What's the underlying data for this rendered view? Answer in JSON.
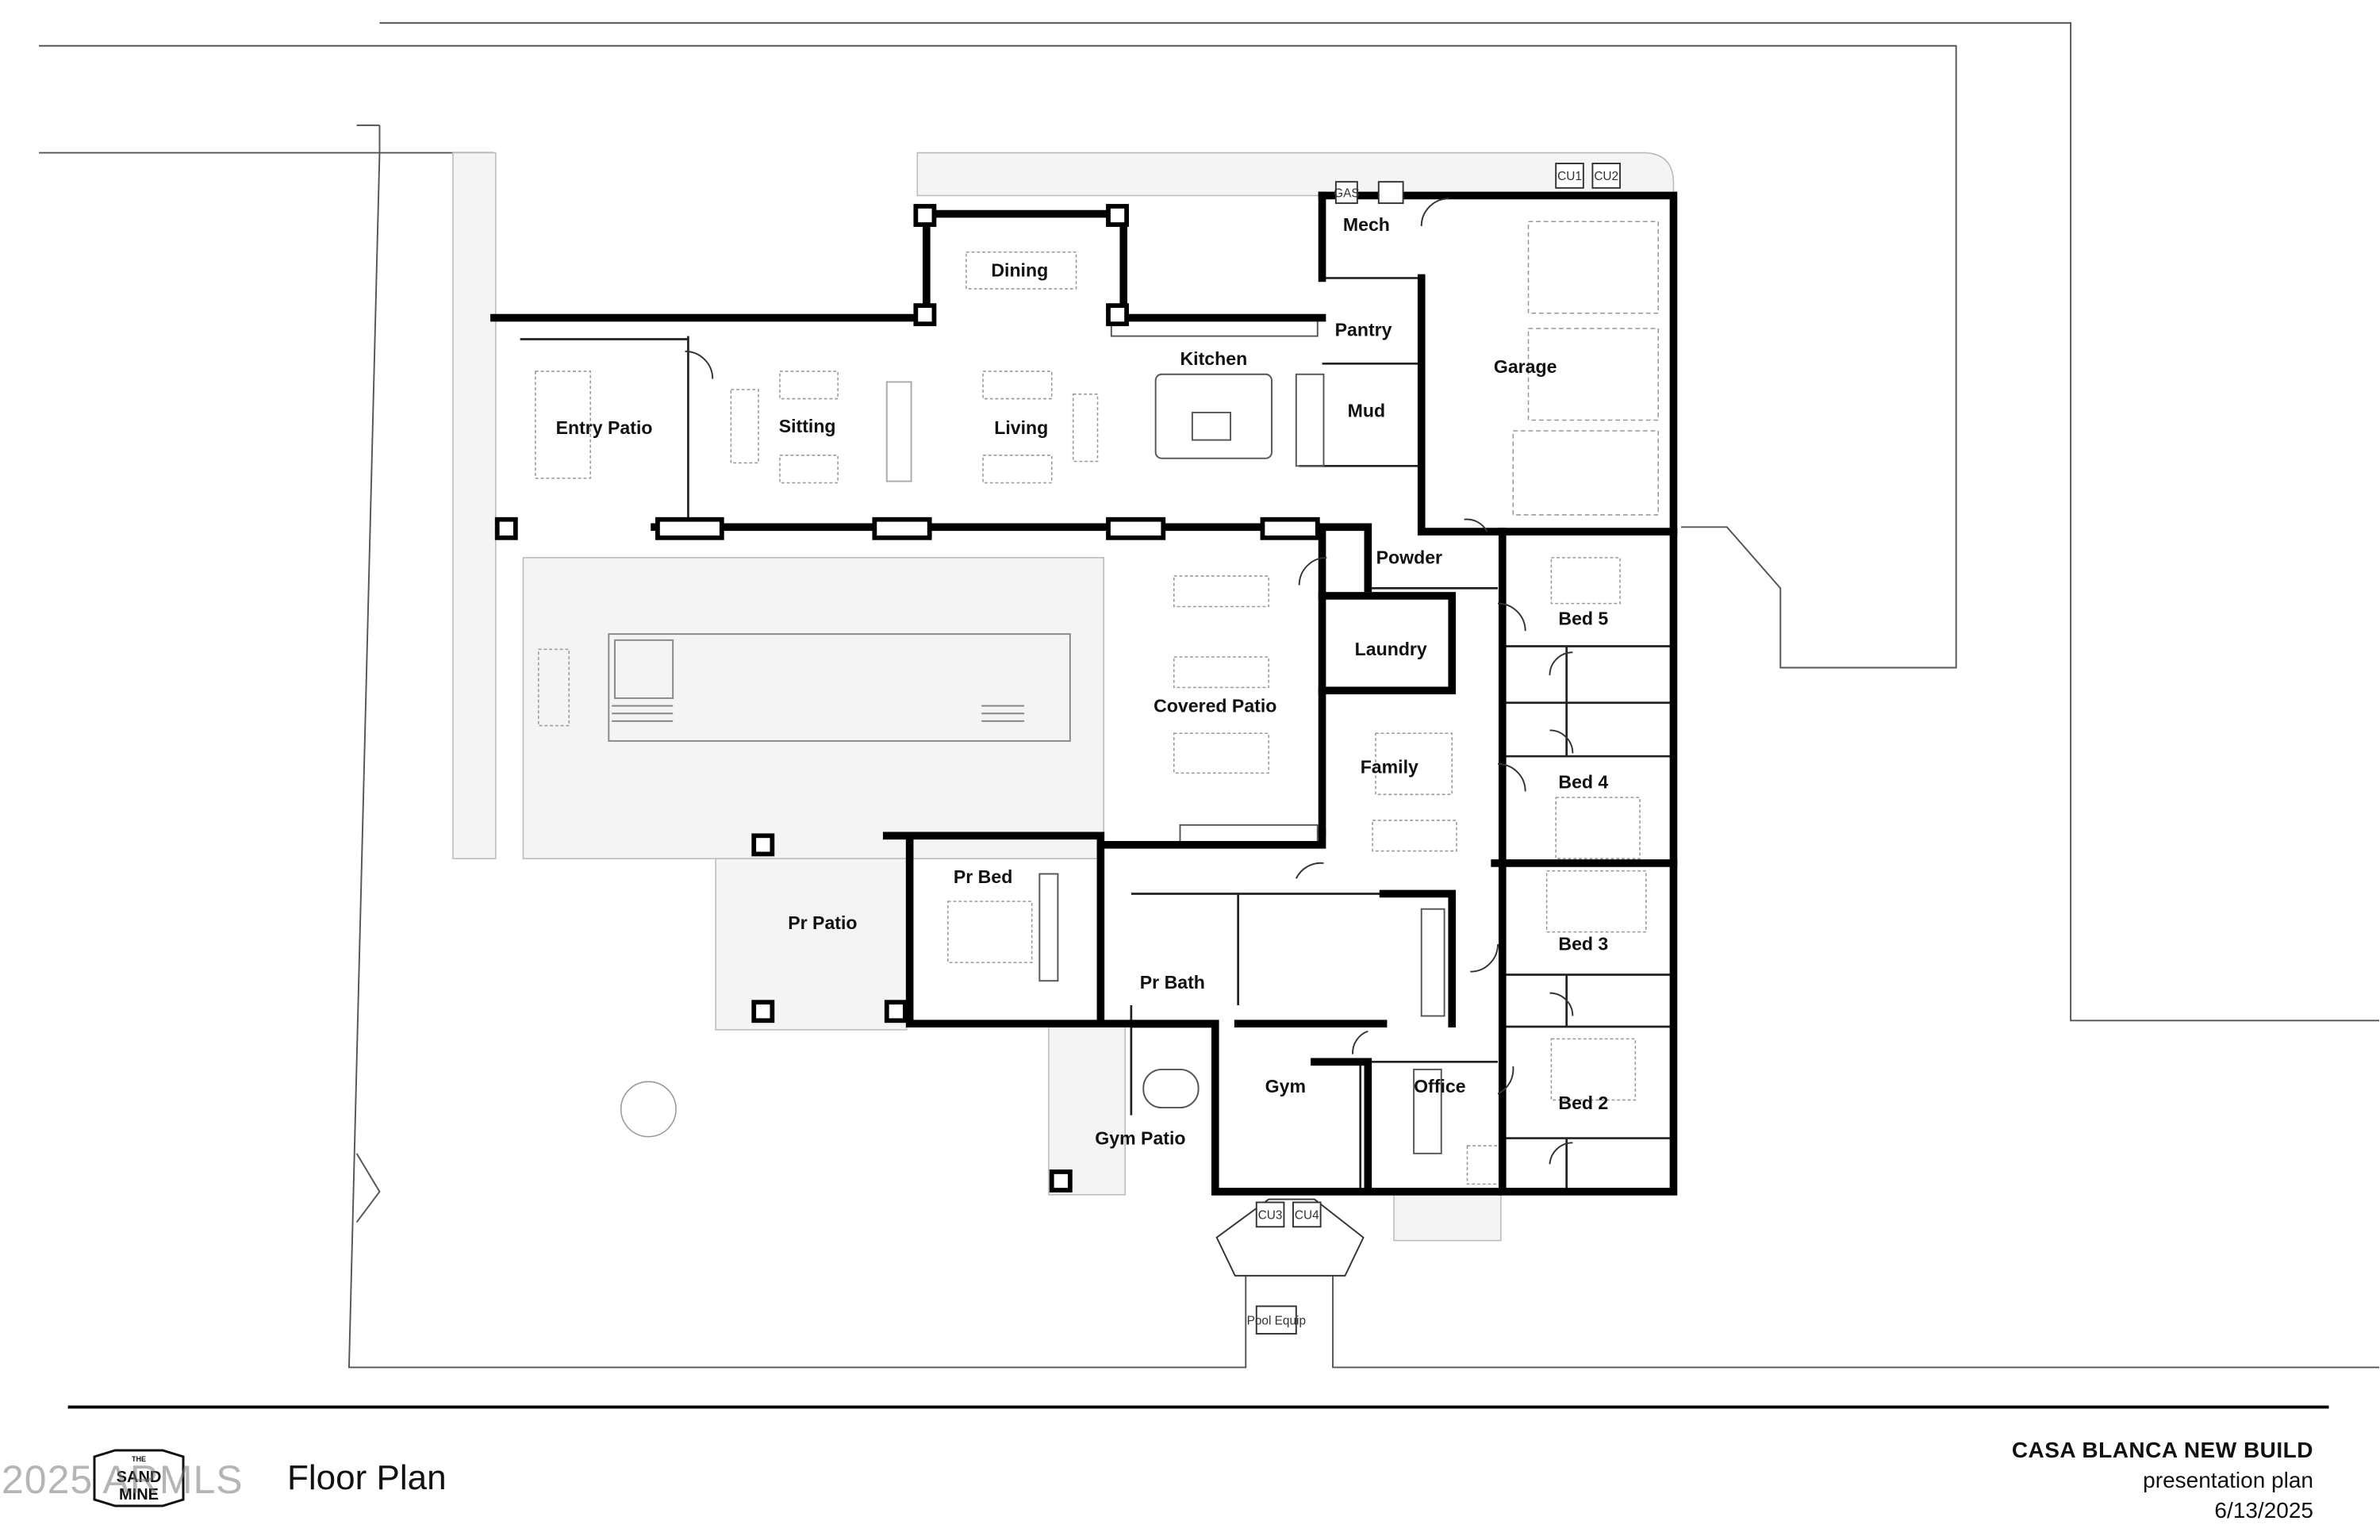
{
  "rooms": {
    "dining": "Dining",
    "mech": "Mech",
    "pantry": "Pantry",
    "kitchen": "Kitchen",
    "garage": "Garage",
    "entry_patio": "Entry Patio",
    "sitting": "Sitting",
    "living": "Living",
    "mud": "Mud",
    "powder": "Powder",
    "bed5": "Bed 5",
    "laundry": "Laundry",
    "covered_patio": "Covered Patio",
    "family": "Family",
    "bed4": "Bed 4",
    "pr_bed": "Pr Bed",
    "pr_patio": "Pr Patio",
    "bed3": "Bed 3",
    "pr_bath": "Pr Bath",
    "gym": "Gym",
    "office": "Office",
    "bed2": "Bed 2",
    "gym_patio": "Gym Patio"
  },
  "equipment": {
    "gas": "GAS",
    "cu1": "CU1",
    "cu2": "CU2",
    "cu3": "CU3",
    "cu4": "CU4",
    "pool_equip": "Pool Equip"
  },
  "footer": {
    "title": "Floor Plan",
    "watermark": "2025 ARMLS",
    "logo_top": "THE",
    "logo_middle": "SAND",
    "logo_bottom": "MINE"
  },
  "project": {
    "name": "CASA BLANCA NEW BUILD",
    "subtitle": "presentation plan",
    "date": "6/13/2025"
  }
}
